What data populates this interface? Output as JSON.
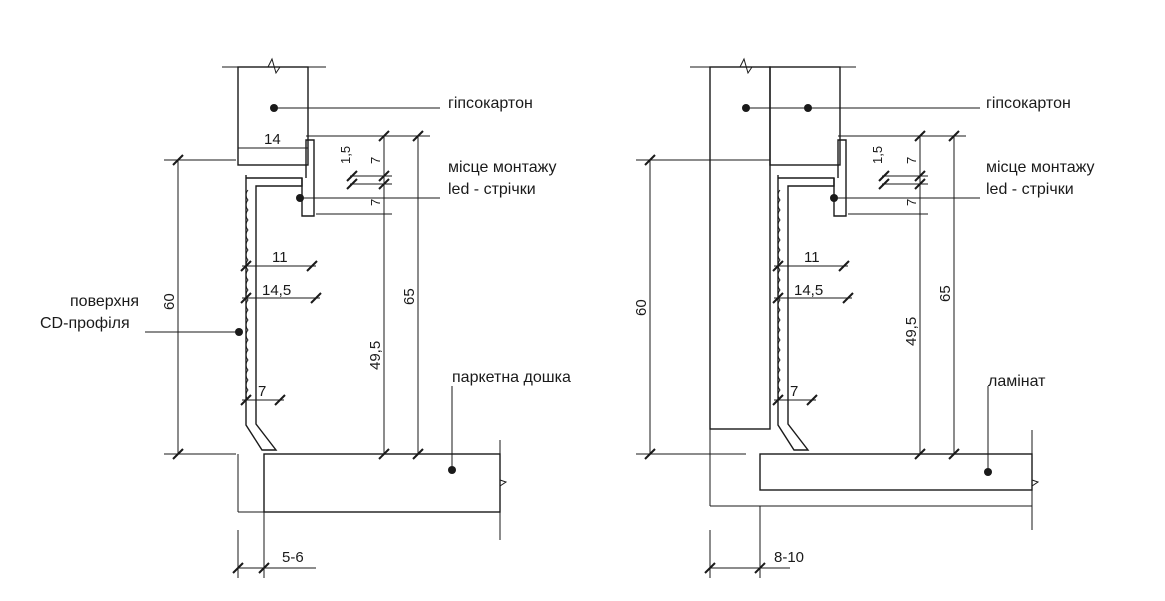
{
  "left_detail": {
    "labels": {
      "drywall": "гіпсокартон",
      "led_line1": "місце монтажу",
      "led_line2": "led - стрічки",
      "cd_line1": "поверхня",
      "cd_line2": "CD-профіля",
      "floor": "паркетна дошка"
    },
    "dims": {
      "d14": "14",
      "d1_5": "1,5",
      "d7a": "7",
      "d7b": "7",
      "d11": "11",
      "d14_5": "14,5",
      "d60": "60",
      "d49_5": "49,5",
      "d65": "65",
      "d7c": "7",
      "gap": "5-6"
    }
  },
  "right_detail": {
    "labels": {
      "drywall": "гіпсокартон",
      "led_line1": "місце монтажу",
      "led_line2": "led - стрічки",
      "floor": "ламінат"
    },
    "dims": {
      "d1_5": "1,5",
      "d7a": "7",
      "d7b": "7",
      "d11": "11",
      "d14_5": "14,5",
      "d60": "60",
      "d49_5": "49,5",
      "d65": "65",
      "d7c": "7",
      "gap": "8-10"
    }
  }
}
